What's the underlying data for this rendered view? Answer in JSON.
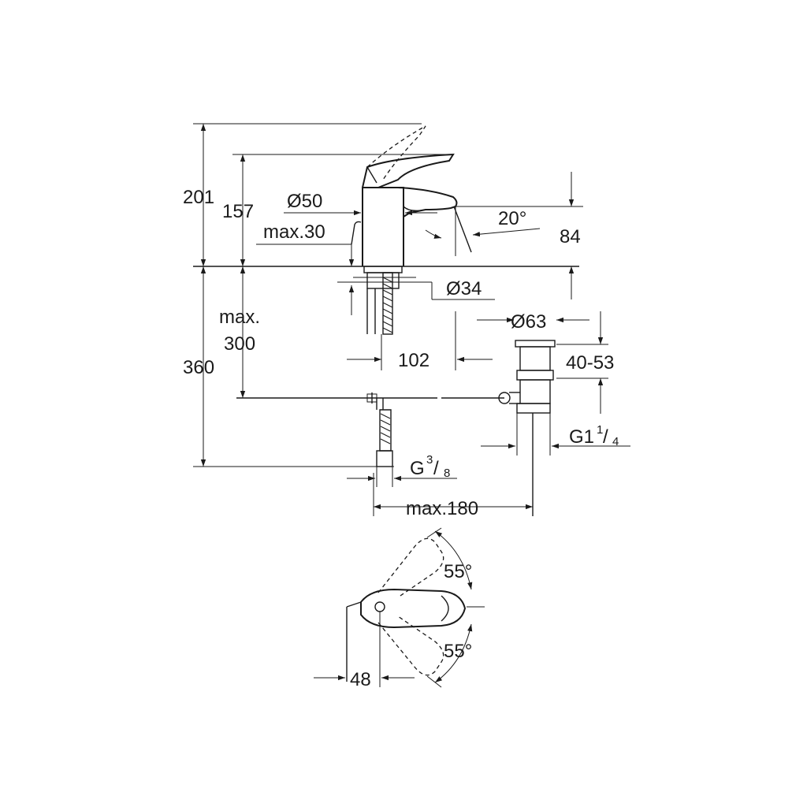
{
  "drawing": {
    "dim_201": "201",
    "dim_157": "157",
    "dim_360": "360",
    "dim_max300_line1": "max.",
    "dim_max300_line2": "300",
    "dim_d50": "Ø50",
    "dim_max30": "max.30",
    "dim_20deg": "20°",
    "dim_84": "84",
    "dim_d34": "Ø34",
    "dim_d63": "Ø63",
    "dim_40_53": "40-53",
    "dim_102": "102",
    "dim_g114_main": "G1",
    "dim_g114_num": "1",
    "dim_g114_slash": "/",
    "dim_g114_den": "4",
    "dim_g38_main": "G",
    "dim_g38_num": "3",
    "dim_g38_slash": "/",
    "dim_g38_den": "8",
    "dim_max180": "max.180",
    "dim_55_top": "55°",
    "dim_55_bottom": "55°",
    "dim_48": "48"
  },
  "colors": {
    "line": "#1a1a1a",
    "background": "#ffffff"
  }
}
